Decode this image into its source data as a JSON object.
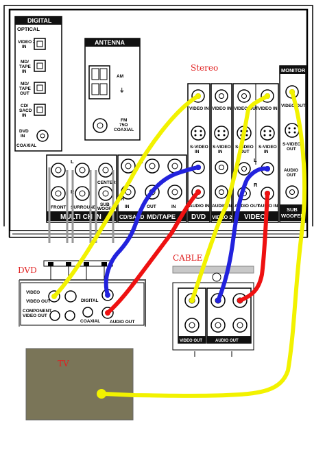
{
  "stereo": {
    "label": "Stereo",
    "digital": {
      "header": "DIGITAL",
      "optical": "OPTICAL",
      "video2_in": [
        "VIDEO 2",
        "IN"
      ],
      "md_tape_in": [
        "MD/",
        "TAPE",
        "IN"
      ],
      "md_tape_out": [
        "MD/",
        "TAPE",
        "OUT"
      ],
      "cd_sacd_in": [
        "CD/",
        "SACD",
        "IN"
      ],
      "dvd_in": [
        "DVD",
        "IN"
      ],
      "coaxial": "COAXIAL"
    },
    "antenna": {
      "header": "ANTENNA",
      "am": "AM",
      "fm": [
        "FM",
        "75Ω",
        "COAXIAL"
      ]
    },
    "multi_ch": {
      "bar": "MULTI CH IN",
      "front": "FRONT",
      "surround": "SURROUND",
      "center": "CENTER",
      "subwoofer": [
        "SUB",
        "WOOFER"
      ],
      "l": "L",
      "r": "R"
    },
    "cd_sacd": {
      "bar": "CD/SACD",
      "in": "IN"
    },
    "md_tape": {
      "bar": "MD/TAPE",
      "out": "OUT",
      "in": "IN"
    },
    "dvd": {
      "bar": "DVD",
      "video_in": [
        "VIDEO IN"
      ],
      "svideo_in": [
        "S-VIDEO",
        "IN"
      ],
      "audio_in": [
        "AUDIO IN"
      ]
    },
    "video2": {
      "bar": "VIDEO 2",
      "video_in": [
        "VIDEO IN"
      ],
      "svideo_in": [
        "S-VIDEO",
        "IN"
      ],
      "audio_in": [
        "AUDIO IN"
      ]
    },
    "video": {
      "bar": "VIDEO",
      "video_out": [
        "VIDEO OUT"
      ],
      "video_in": [
        "VIDEO IN"
      ],
      "svideo_out": [
        "S-VIDEO",
        "OUT"
      ],
      "svideo_in": [
        "S-VIDEO",
        "IN"
      ],
      "audio_out": [
        "AUDIO OUT"
      ],
      "audio_in": [
        "AUDIO IN"
      ],
      "l": "L",
      "r": "R"
    },
    "monitor": {
      "header": "MONITOR",
      "video_out": [
        "VIDEO OUT"
      ],
      "svideo_out": [
        "S-VIDEO",
        "OUT"
      ],
      "audio_out": [
        "AUDIO",
        "OUT"
      ],
      "bar": [
        "SUB",
        "WOOFER"
      ]
    }
  },
  "dvd_player": {
    "label": "DVD",
    "video": "VIDEO",
    "video_out": "VIDEO OUT",
    "component": [
      "COMPONENT",
      "VIDEO OUT"
    ],
    "digital": "DIGITAL",
    "coaxial": "COAXIAL",
    "audio_out": "AUDIO OUT"
  },
  "cable_box": {
    "label": "CABLE",
    "video_out": "VIDEO OUT",
    "audio_out": "AUDIO OUT"
  },
  "tv": {
    "label": "TV"
  },
  "colors": {
    "yellow_wire": "#f2f200",
    "blue_wire": "#2222dd",
    "red_wire": "#ee1111",
    "tv_fill": "#7a7558",
    "label_red": "#e02020",
    "bar_black": "#111111"
  }
}
